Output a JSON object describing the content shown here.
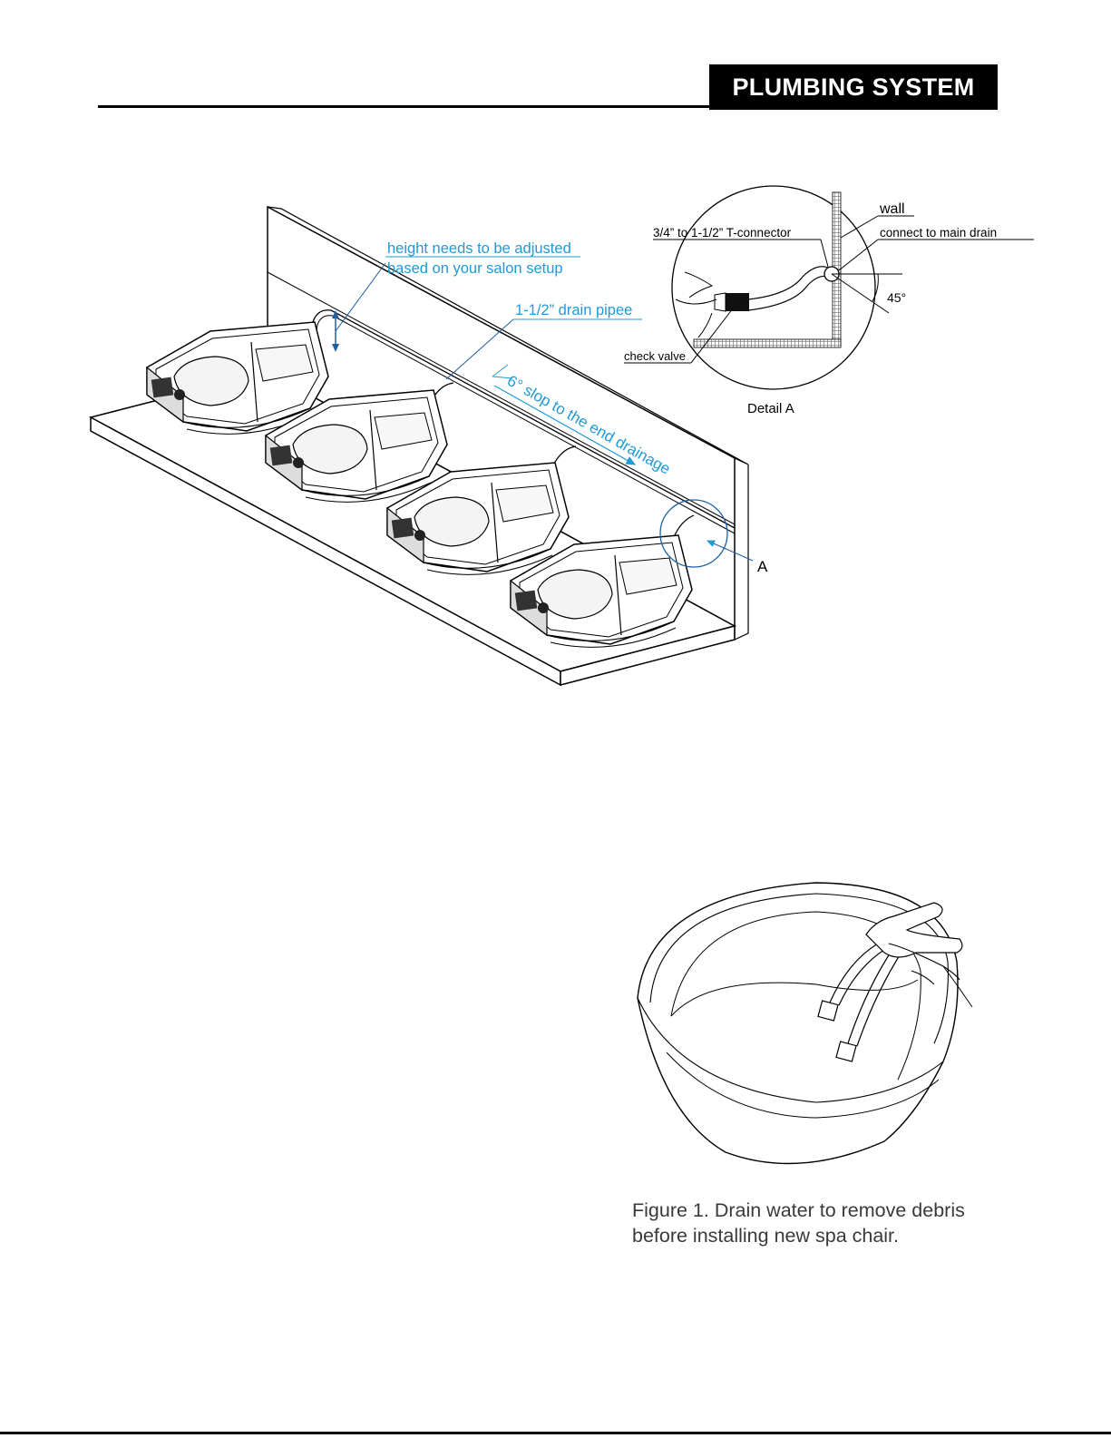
{
  "header": {
    "title": "PLUMBING SYSTEM"
  },
  "diagram": {
    "labels": {
      "height_line1": "height needs to be adjusted",
      "height_line2": "based on your salon setup",
      "drain_pipe": "1-1/2” drain pipee",
      "slope": "6° slop to the end drainage",
      "callout": "A"
    },
    "detail": {
      "wall": "wall",
      "t_connector": "3/4” to 1-1/2” T-connector",
      "main_drain": "connect to main drain",
      "angle": "45°",
      "check_valve": "check valve",
      "title": "Detail  A"
    }
  },
  "figure1": {
    "caption_line1": "Figure 1. Drain water to remove debris",
    "caption_line2": "before installing new spa chair."
  },
  "colors": {
    "annotation_blue": "#1f9ad6",
    "line_black": "#000000",
    "caption_gray": "#3a3a3a"
  }
}
